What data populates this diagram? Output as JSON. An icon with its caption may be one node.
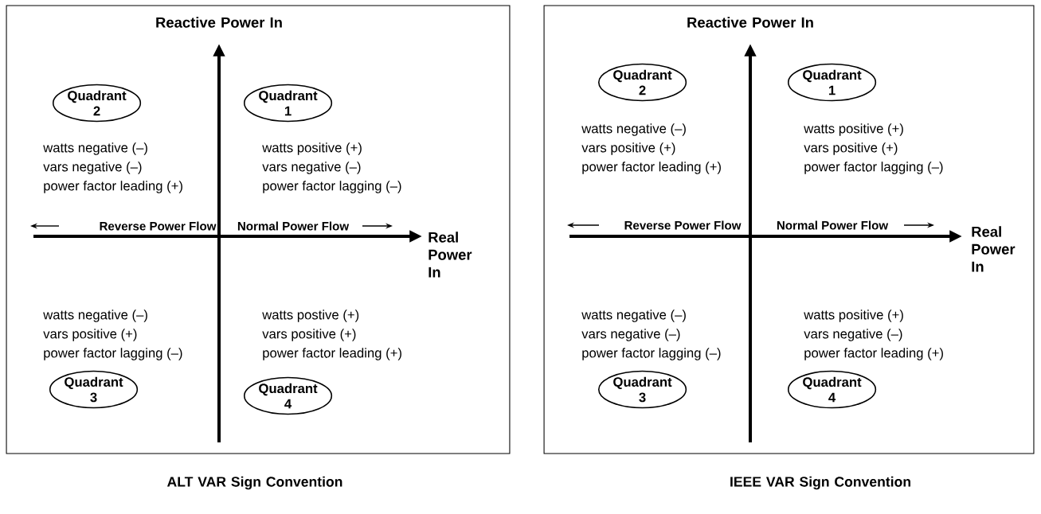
{
  "diagram": {
    "nodes": [
      {
        "text": [],
        "shape": "box"
      },
      {
        "text": [
          "Quadrant 2"
        ],
        "in": 0
      },
      {
        "text": [
          "Quadrant 1"
        ],
        "in": 0
      },
      {
        "text": [
          "Quadrant 3"
        ],
        "in": 0
      },
      {
        "text": [
          "Quadrant 4"
        ],
        "in": 0
      },
      {
        "text": [],
        "shape": "box"
      },
      {
        "text": [
          "Quadrant 2"
        ],
        "in": 5
      },
      {
        "text": [
          "Quadrant 1"
        ],
        "in": 5
      },
      {
        "text": [
          "Quadrant 3"
        ],
        "in": 5
      },
      {
        "text": [
          "Quadrant 4"
        ],
        "in": 5
      }
    ],
    "labels": [
      "Reactive Power In",
      "watts negative (–)",
      "vars negative (–)",
      "power factor leading (+)",
      "watts positive (+)",
      "vars negative (–)",
      "power factor lagging (–)",
      "Reverse Power Flow",
      "Normal Power Flow",
      "Real Power In",
      "watts negative (–)",
      "vars positive (+)",
      "power factor lagging (–)",
      "watts postive (+)",
      "vars positive (+)",
      "power factor leading (+)",
      "ALT VAR Sign Convention",
      "Reactive Power In",
      "watts negative (–)",
      "vars positive (+)",
      "power factor leading (+)",
      "watts positive (+)",
      "vars positive (+)",
      "power factor lagging (–)",
      "Reverse Power Flow",
      "Normal Power Flow",
      "Real Power In",
      "watts negative (–)",
      "vars negative (–)",
      "power factor lagging (–)",
      "watts positive (+)",
      "vars negative (–)",
      "power factor leading (+)",
      "IEEE VAR Sign Convention"
    ]
  }
}
